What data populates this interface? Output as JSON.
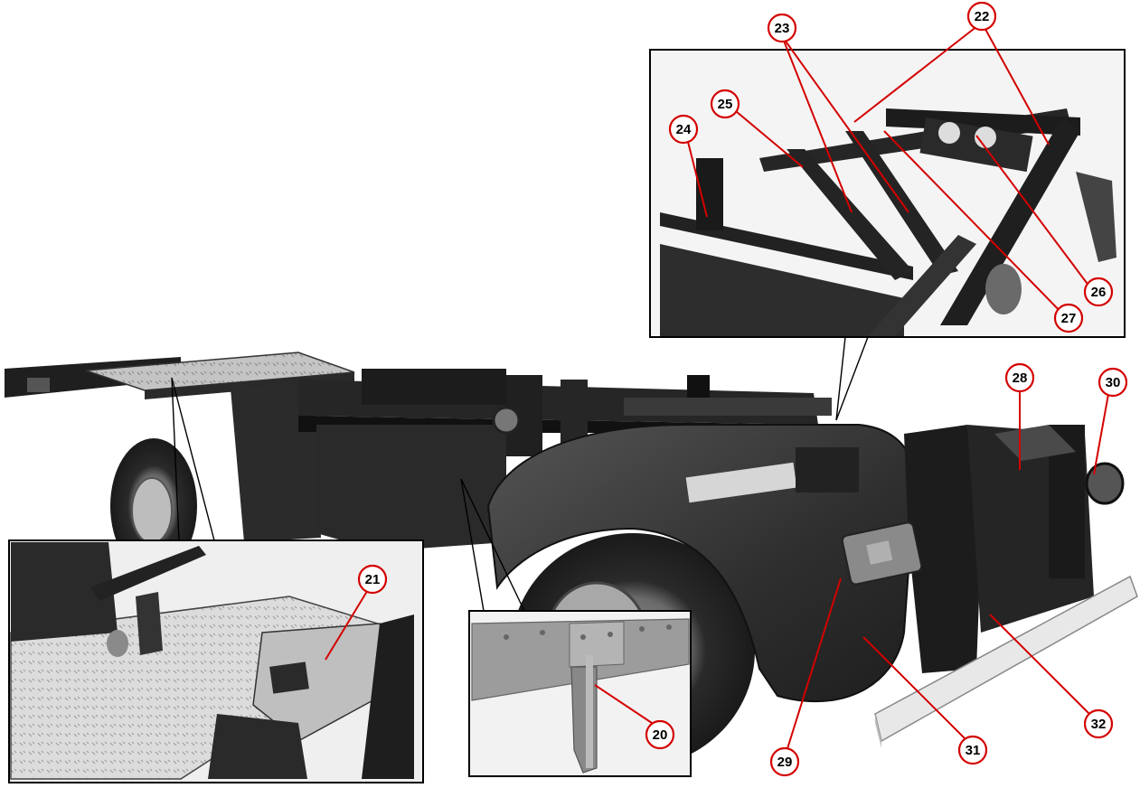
{
  "figure": {
    "callouts": [
      {
        "id": "c20",
        "label": "20"
      },
      {
        "id": "c21",
        "label": "21"
      },
      {
        "id": "c22",
        "label": "22"
      },
      {
        "id": "c23",
        "label": "23"
      },
      {
        "id": "c24",
        "label": "24"
      },
      {
        "id": "c25",
        "label": "25"
      },
      {
        "id": "c26",
        "label": "26"
      },
      {
        "id": "c27",
        "label": "27"
      },
      {
        "id": "c28",
        "label": "28"
      },
      {
        "id": "c29",
        "label": "29"
      },
      {
        "id": "c30",
        "label": "30"
      },
      {
        "id": "c31",
        "label": "31"
      },
      {
        "id": "c32",
        "label": "32"
      }
    ],
    "colors": {
      "callout_stroke": "#d40000",
      "leader": "#d40000",
      "chassis": "#2a2a2a",
      "fender": "#3a3a3a",
      "tread_plate": "#c8c8c8",
      "beam_light": "#e6e6e6"
    }
  }
}
